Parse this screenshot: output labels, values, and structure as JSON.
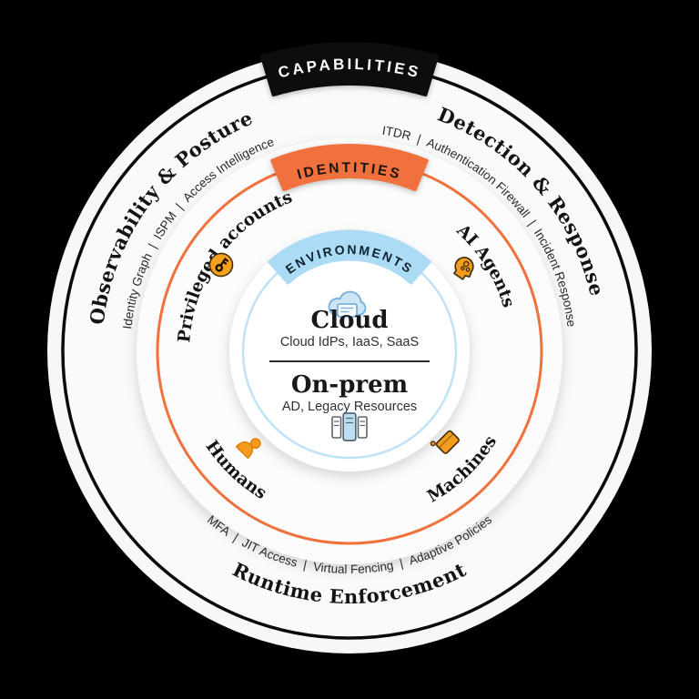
{
  "diagram_title": "Identity security capabilities wheel",
  "colors": {
    "background": "#000000",
    "accent_orange": "#F0713C",
    "icon_orange": "#F49C1E",
    "accent_blue_pill": "#ABDBF5",
    "accent_blue_ring": "#BFE2F6",
    "ring_black": "#0A0A0A"
  },
  "outer_ring": {
    "label": "CAPABILITIES",
    "sections": [
      {
        "title": "Observability & Posture",
        "items": [
          "Identity Graph",
          "ISPM",
          "Access Intelligence"
        ],
        "display": "Identity Graph  |  ISPM  |  Access Intelligence"
      },
      {
        "title": "Detection & Response",
        "items": [
          "ITDR",
          "Authentication Firewall",
          "Incident Response"
        ],
        "display": "ITDR  |  Authentication Firewall  |  Incident Response"
      },
      {
        "title": "Runtime Enforcement",
        "items": [
          "MFA",
          "JIT Access",
          "Virtual Fencing",
          "Adaptive Policies"
        ],
        "display": "MFA  |  JIT Access  |  Virtual Fencing  |  Adaptive Policies"
      }
    ]
  },
  "identities_ring": {
    "label": "IDENTITIES",
    "items": [
      {
        "label": "Privileged accounts",
        "icon": "key-badge-icon"
      },
      {
        "label": "AI Agents",
        "icon": "ai-head-icon"
      },
      {
        "label": "Humans",
        "icon": "person-icon"
      },
      {
        "label": "Machines",
        "icon": "machine-icon"
      }
    ]
  },
  "environments": {
    "label": "ENVIRONMENTS",
    "cloud": {
      "title": "Cloud",
      "subtitle": "Cloud IdPs, IaaS, SaaS",
      "icon": "cloud-icon"
    },
    "onprem": {
      "title": "On-prem",
      "subtitle": "AD, Legacy Resources",
      "icon": "servers-icon"
    }
  }
}
